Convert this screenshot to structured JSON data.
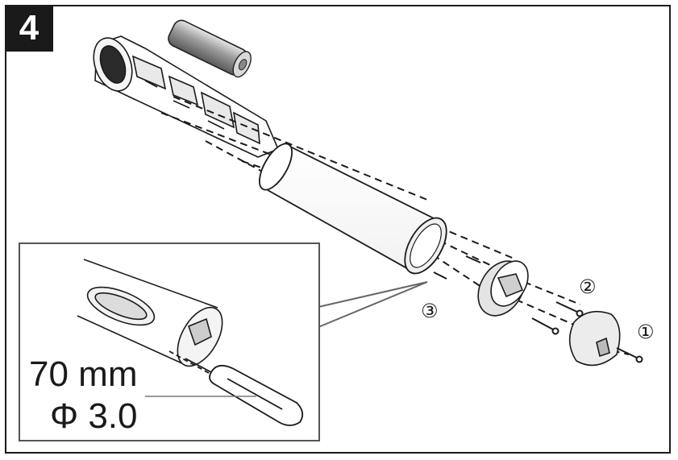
{
  "step": {
    "number": "4"
  },
  "callouts": {
    "one": "①",
    "two": "②",
    "three": "③"
  },
  "inset": {
    "length_label": "70 mm",
    "diameter_label": "Φ 3.0"
  },
  "icons": [
    "battery-icon",
    "screwdriver-icon",
    "screw-icon"
  ]
}
